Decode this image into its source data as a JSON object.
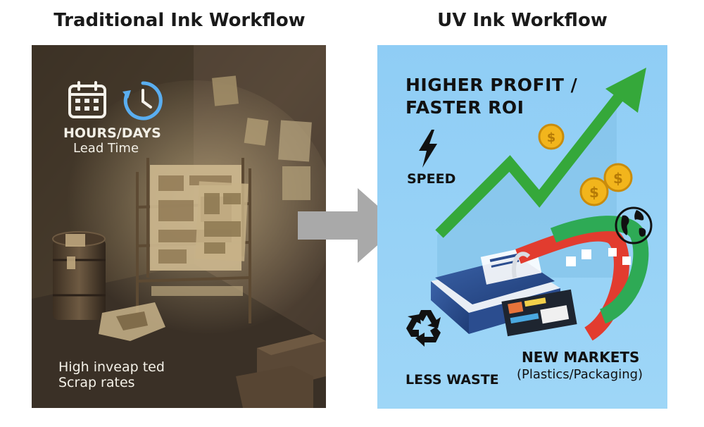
{
  "left": {
    "title": "Traditional Ink Workflow",
    "lead_time_value": "HOURS/DAYS",
    "lead_time_label": "Lead Time",
    "scrap_line1": "High inveap ted",
    "scrap_line2": "Scrap rates",
    "icons": [
      "calendar-icon",
      "clock-icon"
    ]
  },
  "right": {
    "title": "UV Ink Workflow",
    "profit_line1": "HIGHER PROFIT /",
    "profit_line2": "FASTER ROI",
    "speed_label": "SPEED",
    "waste_label": "LESS WASTE",
    "markets_line1": "NEW MARKETS",
    "markets_line2": "(Plastics/Packaging)",
    "coin_symbol": "$",
    "icons": [
      "lightning-icon",
      "recycle-icon",
      "globe-icon",
      "coin-icon"
    ]
  },
  "colors": {
    "right_bg": "#8fcdf5",
    "left_bg": "#4a3c2d",
    "growth_arrow": "#35a83a",
    "flow_arrow": "#a9a9a9",
    "coin": "#f2b51c"
  }
}
